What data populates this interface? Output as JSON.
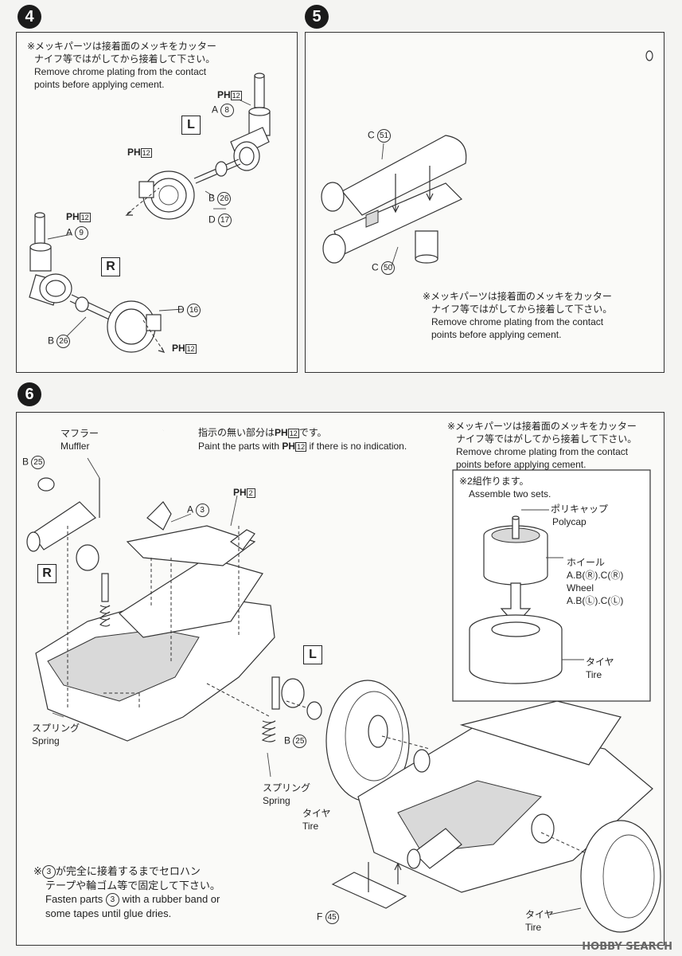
{
  "steps": {
    "s4": "4",
    "s5": "5",
    "s6": "6"
  },
  "notes": {
    "chrome_jp_1": "※メッキパーツは接着面のメッキをカッター",
    "chrome_jp_2": "ナイフ等ではがしてから接着して下さい。",
    "chrome_en_1": "Remove chrome plating from the contact",
    "chrome_en_2": "points before applying cement.",
    "paint_jp": "指示の無い部分は",
    "paint_jp_tail": "です。",
    "paint_en_head": "Paint the parts with",
    "paint_en_tail": "if there is no indication.",
    "two_sets_jp": "※2組作ります。",
    "two_sets_en": "Assemble two sets.",
    "tape_jp_1a": "※",
    "tape_jp_1b": "が完全に接着するまでセロハン",
    "tape_jp_2": "テープや輪ゴム等で固定して下さい。",
    "tape_en_1a": "Fasten parts",
    "tape_en_1b": "with a rubber band or",
    "tape_en_2": "some tapes until glue dries."
  },
  "paint_code": {
    "ph": "PH",
    "n12": "12",
    "n2": "2"
  },
  "sides": {
    "left": "L",
    "right": "R"
  },
  "parts": {
    "a": "A",
    "b": "B",
    "c": "C",
    "d": "D",
    "f": "F",
    "n8": "8",
    "n9": "9",
    "n26": "26",
    "n17": "17",
    "n16": "16",
    "n51": "51",
    "n50": "50",
    "n25": "25",
    "n3": "3",
    "n45": "45"
  },
  "labels": {
    "muffler_jp": "マフラー",
    "muffler_en": "Muffler",
    "spring_jp": "スプリング",
    "spring_en": "Spring",
    "tire_jp": "タイヤ",
    "tire_en": "Tire",
    "polycap_jp": "ポリキャップ",
    "polycap_en": "Polycap",
    "wheel_jp": "ホイール",
    "wheel_jp_parts": "A.B(Ⓡ).C(Ⓡ)",
    "wheel_en": "Wheel",
    "wheel_en_parts": "A.B(Ⓛ).C(Ⓛ)"
  },
  "watermark": "HOBBY SEARCH"
}
